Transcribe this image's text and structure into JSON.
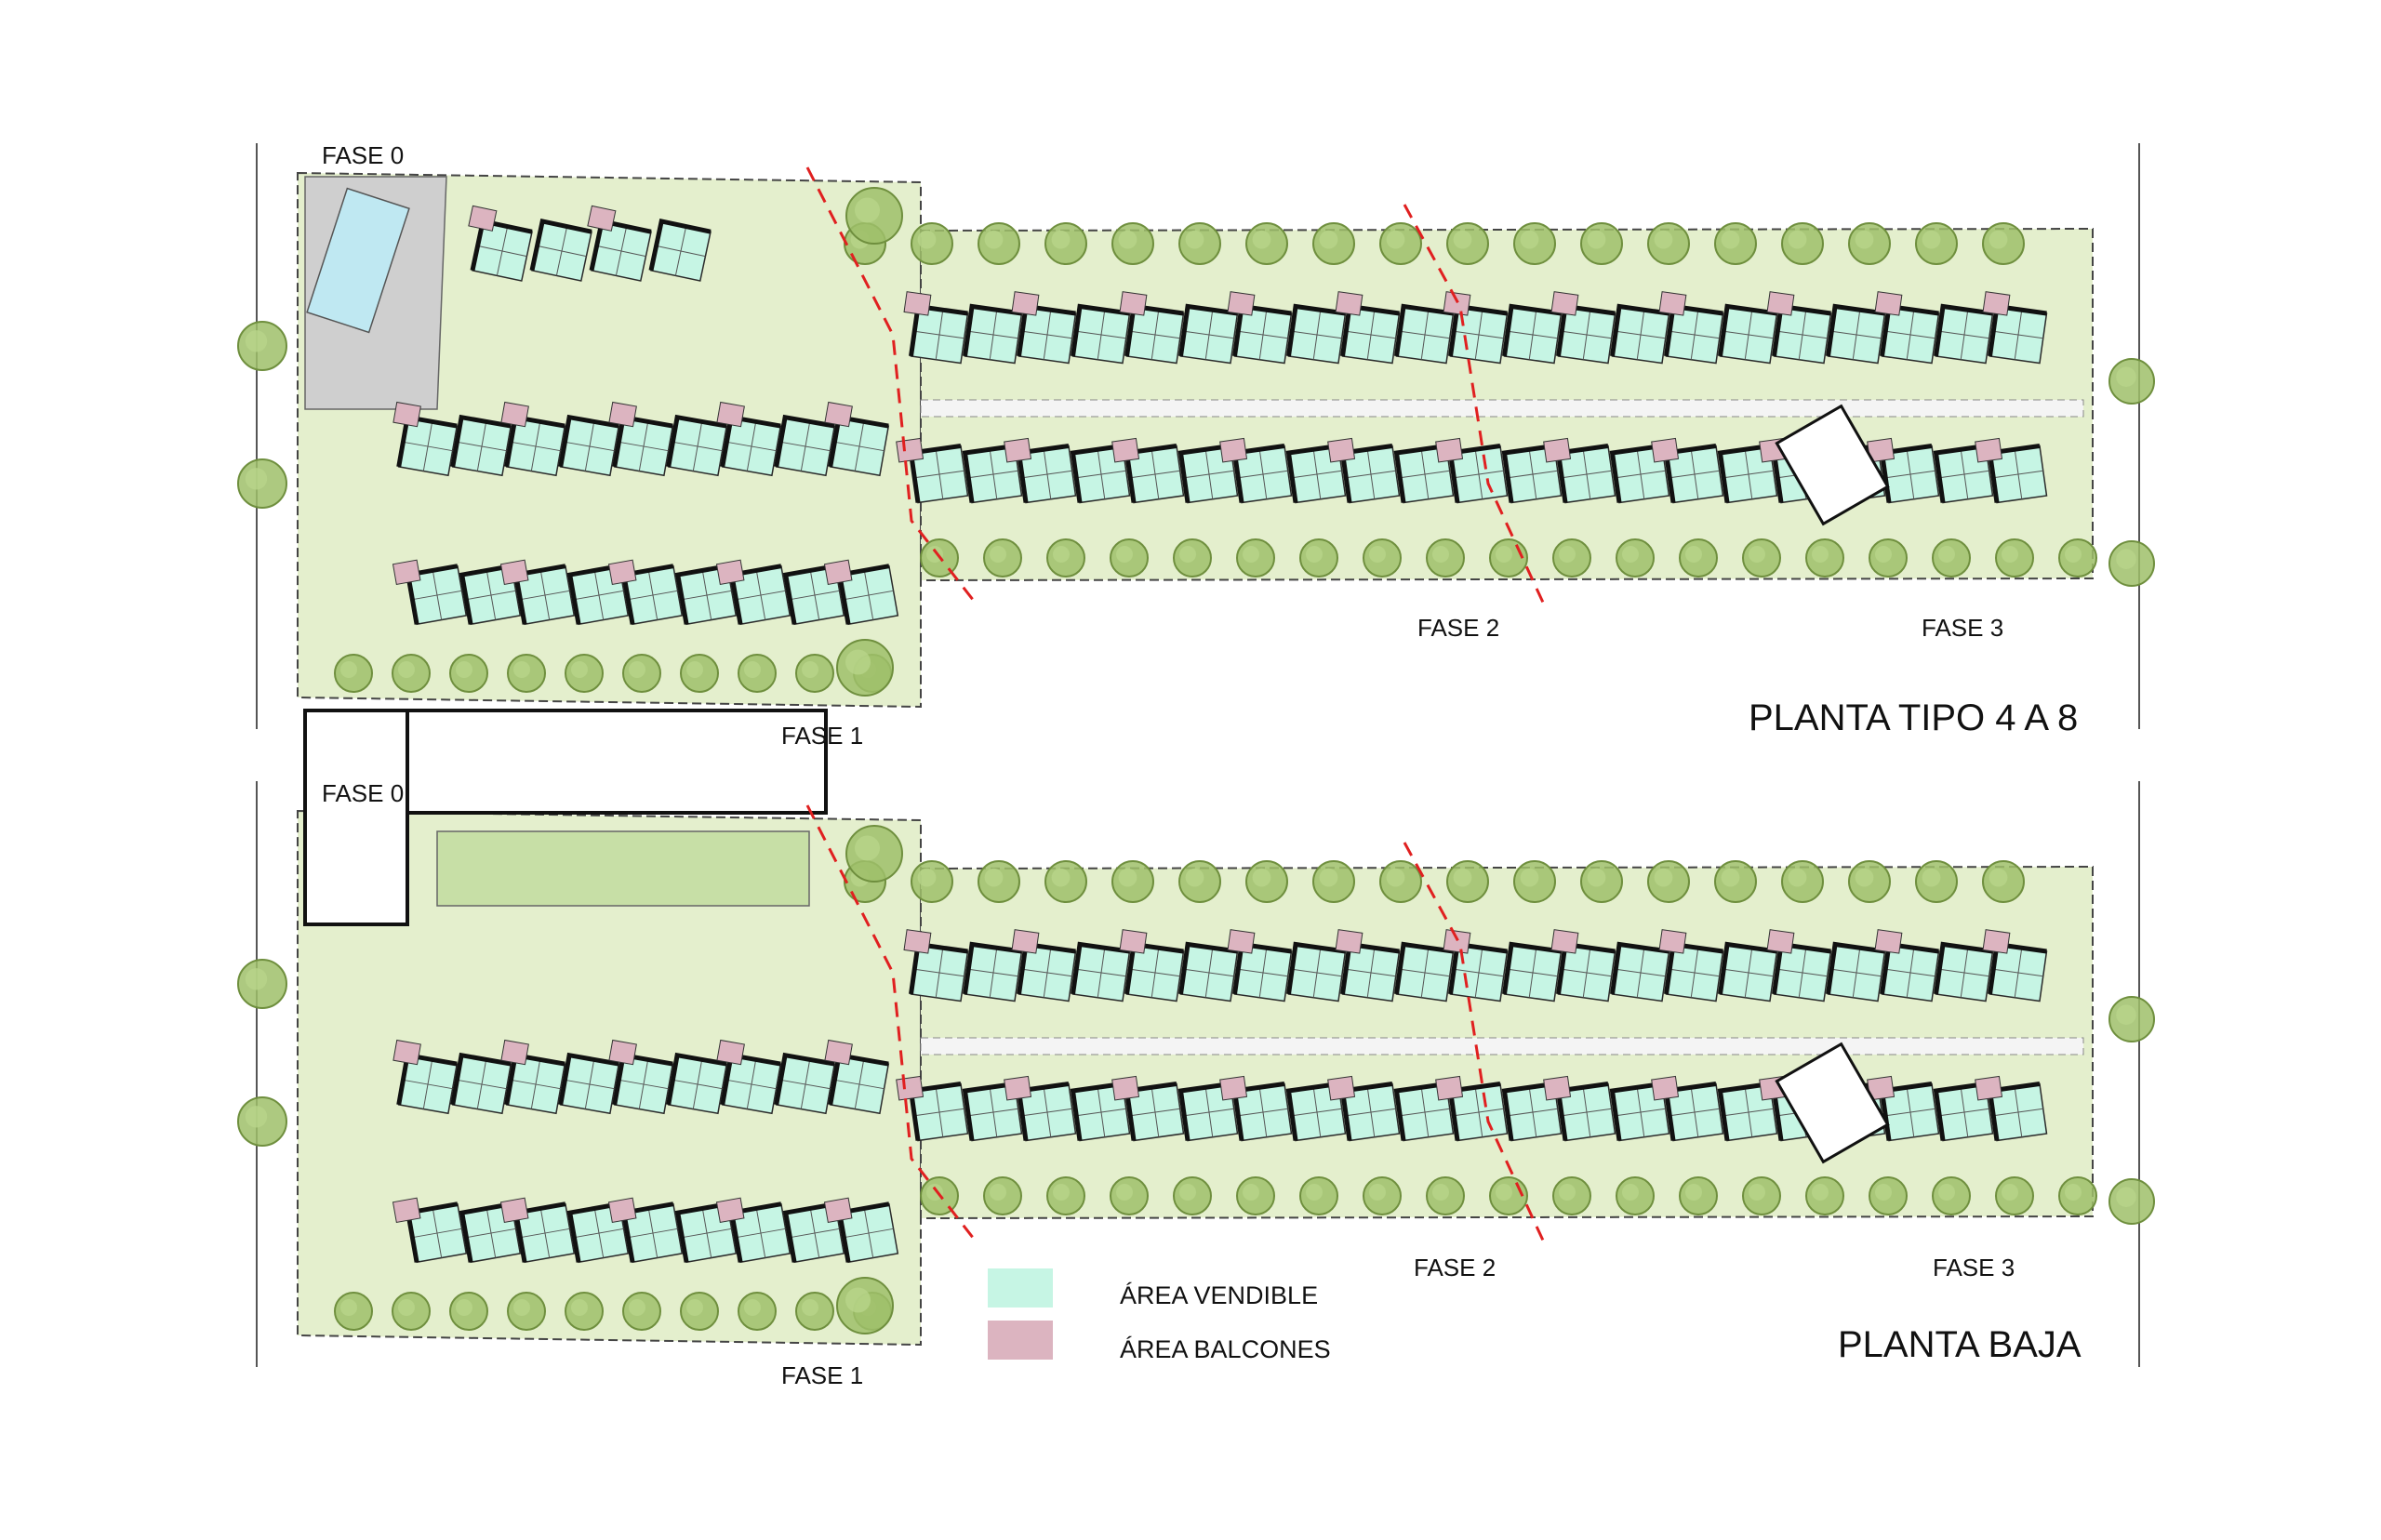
{
  "colors": {
    "vendible": "#c6f5e4",
    "balcones": "#dcb4c0",
    "garden": "#e4efcd",
    "tree": "#9fc06a",
    "paving": "#cfcfcf",
    "wall": "#111111",
    "phase_line": "#e02020"
  },
  "plans": [
    {
      "title": "PLANTA TIPO 4 A 8",
      "phases": {
        "fase0": "FASE 0",
        "fase1": "FASE 1",
        "fase2": "FASE 2",
        "fase3": "FASE 3"
      }
    },
    {
      "title": "PLANTA BAJA",
      "phases": {
        "fase0": "FASE 0",
        "fase1": "FASE 1",
        "fase2": "FASE 2",
        "fase3": "FASE 3"
      }
    }
  ],
  "legend": [
    {
      "label": "ÁREA VENDIBLE",
      "color": "#c6f5e4"
    },
    {
      "label": "ÁREA BALCONES",
      "color": "#dcb4c0"
    }
  ]
}
